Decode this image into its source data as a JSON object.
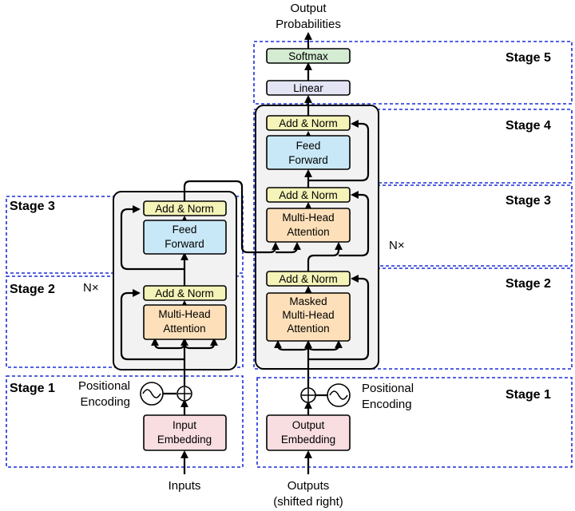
{
  "colors": {
    "add_norm": "#f4f3b8",
    "feed_forward": "#c9e8f7",
    "attention": "#fde0b9",
    "embedding": "#f8dde1",
    "linear": "#e3e4f4",
    "softmax": "#d4ecd2",
    "layer_background": "#f2f2f2",
    "stage_border": "#1a2fd6"
  },
  "encoder": {
    "stage1": "Stage 1",
    "stage2": "Stage 2",
    "stage3": "Stage 3",
    "nx": "N×",
    "positional_encoding": [
      "Positional",
      "Encoding"
    ],
    "input_embedding": [
      "Input",
      "Embedding"
    ],
    "mha": [
      "Multi-Head",
      "Attention"
    ],
    "add_norm_1": "Add & Norm",
    "feed_forward": [
      "Feed",
      "Forward"
    ],
    "add_norm_2": "Add & Norm",
    "inputs": "Inputs"
  },
  "decoder": {
    "stage1": "Stage 1",
    "stage2": "Stage 2",
    "stage3": "Stage 3",
    "stage4": "Stage 4",
    "stage5": "Stage 5",
    "nx": "N×",
    "positional_encoding": [
      "Positional",
      "Encoding"
    ],
    "output_embedding": [
      "Output",
      "Embedding"
    ],
    "masked_mha": [
      "Masked",
      "Multi-Head",
      "Attention"
    ],
    "add_norm_1": "Add & Norm",
    "mha": [
      "Multi-Head",
      "Attention"
    ],
    "add_norm_2": "Add & Norm",
    "feed_forward": [
      "Feed",
      "Forward"
    ],
    "add_norm_3": "Add & Norm",
    "linear": "Linear",
    "softmax": "Softmax",
    "output_probabilities": [
      "Output",
      "Probabilities"
    ],
    "outputs": [
      "Outputs",
      "(shifted right)"
    ]
  }
}
